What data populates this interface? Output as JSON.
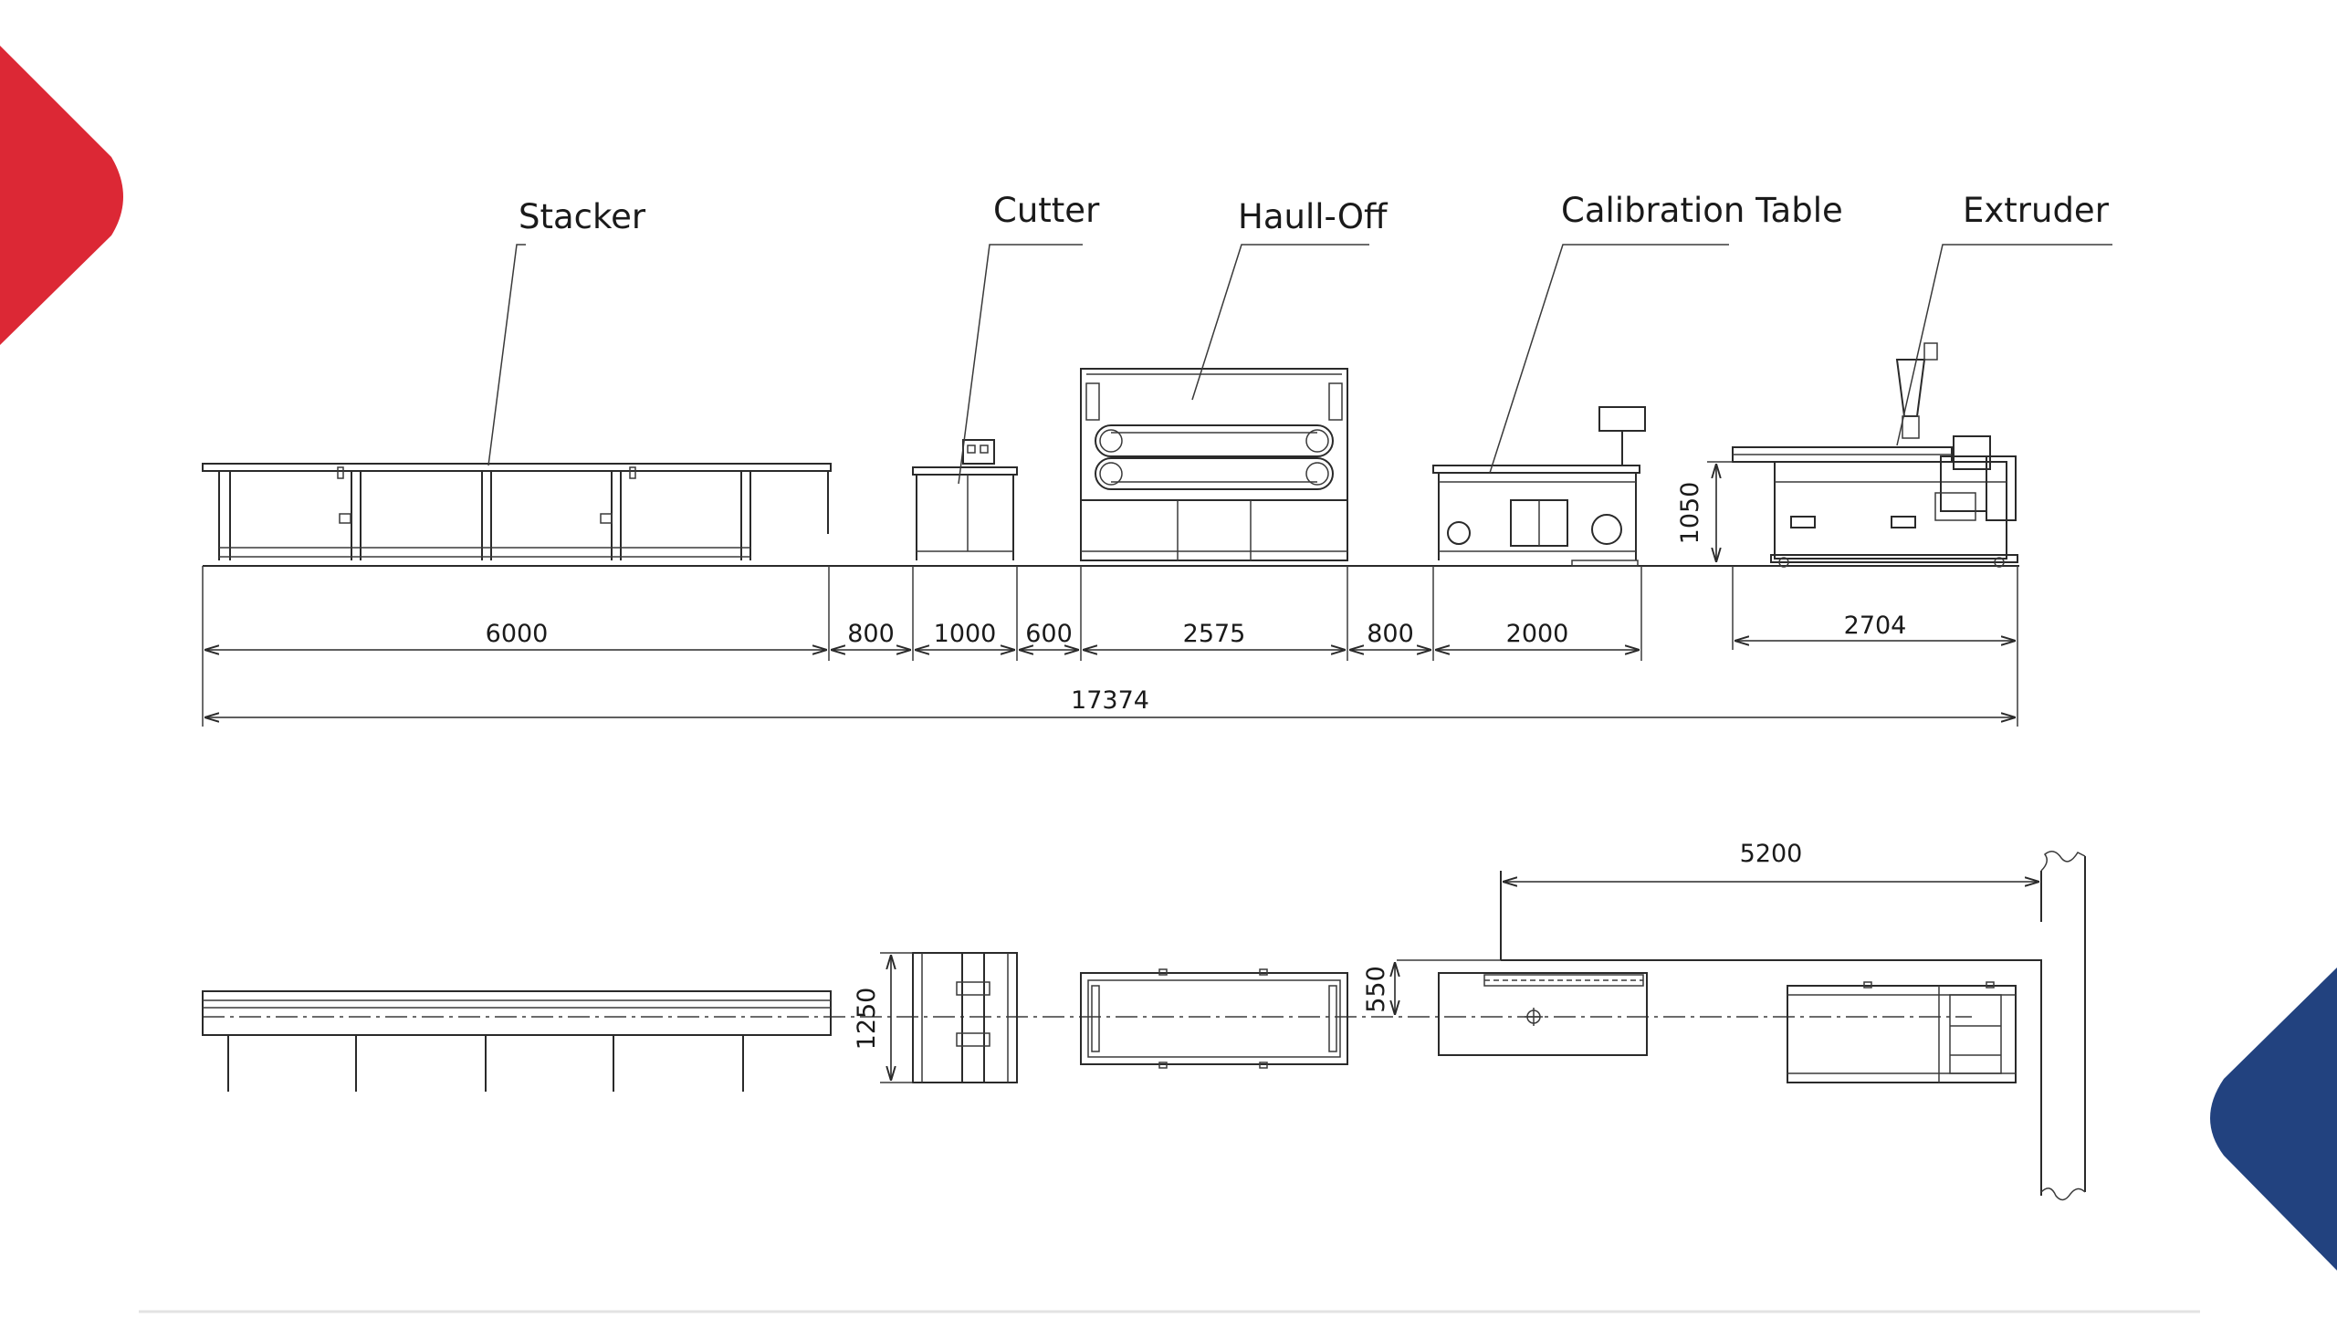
{
  "colors": {
    "accent_red": "#DC2835",
    "accent_blue": "#22427F",
    "line": "#2a2a2a"
  },
  "labels": {
    "stacker": "Stacker",
    "cutter": "Cutter",
    "hauloff": "Haull-Off",
    "calibration": "Calibration Table",
    "extruder": "Extruder"
  },
  "dimensions": {
    "stacker_len": "6000",
    "gap_1": "800",
    "cutter_len": "1000",
    "gap_2": "600",
    "hauloff_len": "2575",
    "gap_3": "800",
    "calibration_len": "2000",
    "extruder_len": "2704",
    "total_len": "17374",
    "machine_height": "1050",
    "cutter_width": "1250",
    "side_offset": "550",
    "extruder_reach": "5200"
  }
}
